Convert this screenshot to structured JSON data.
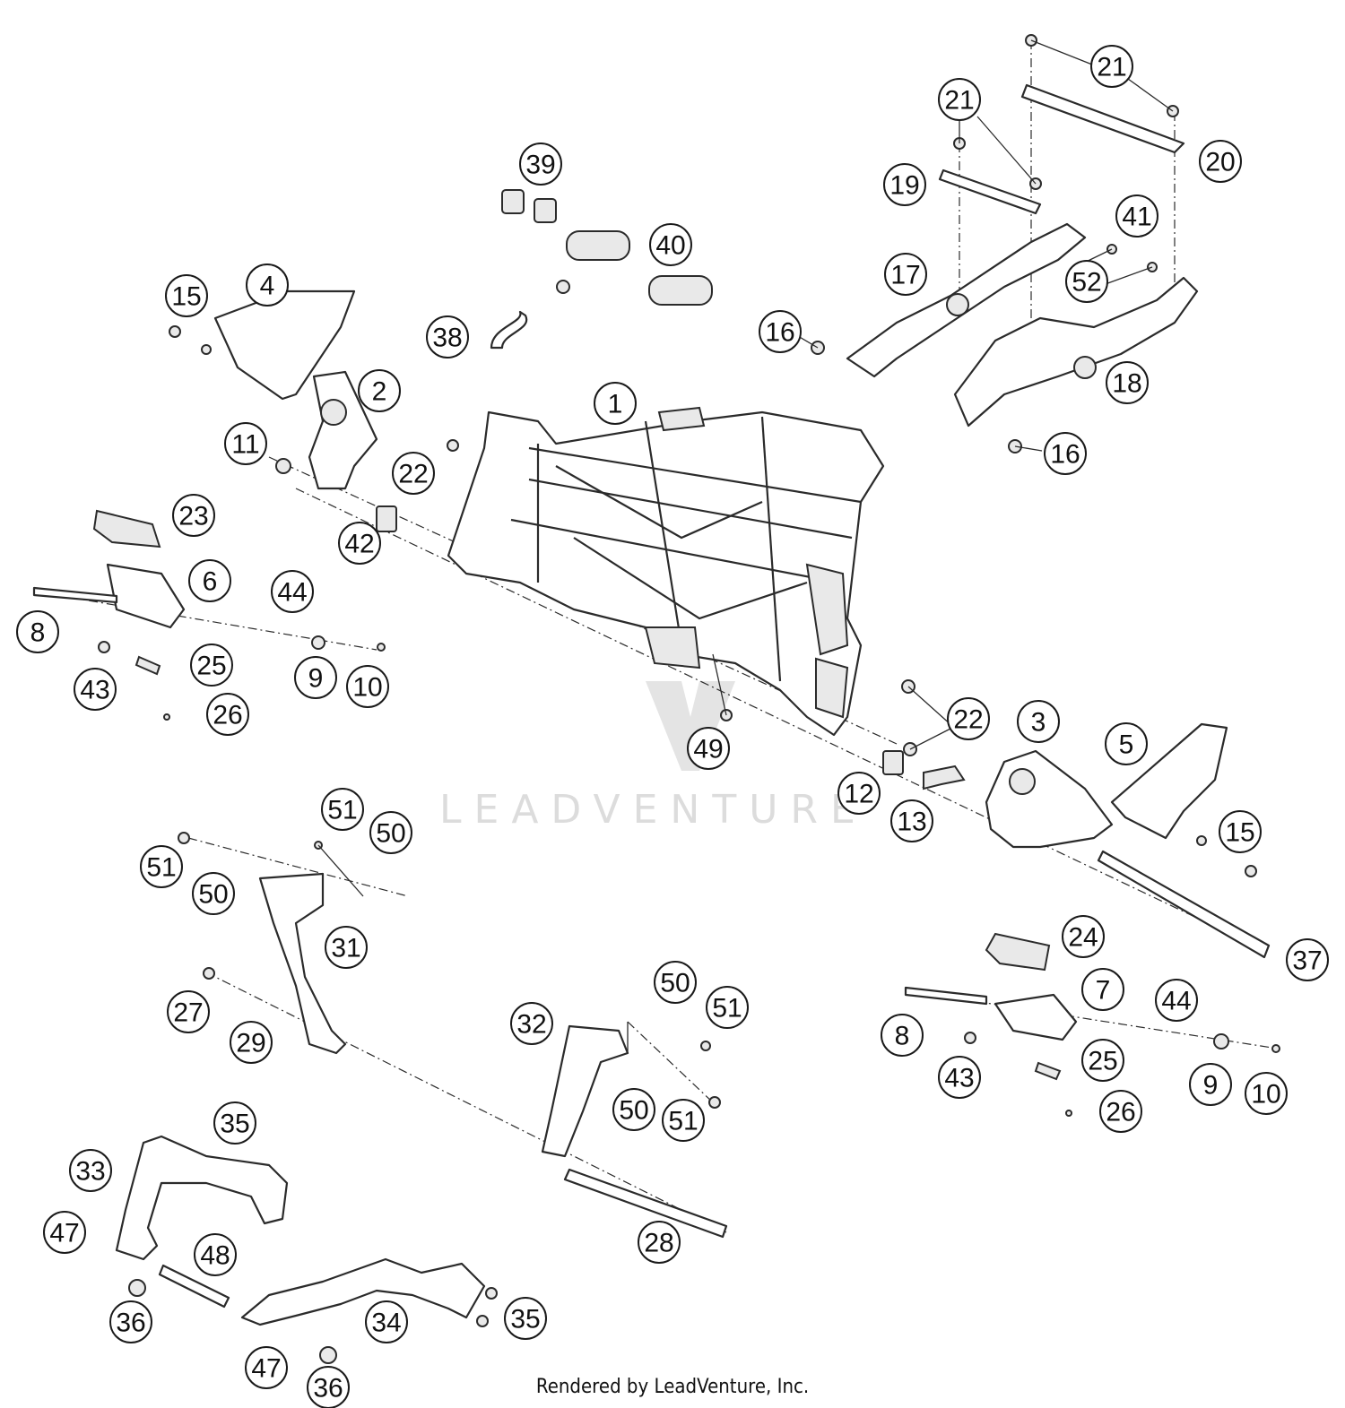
{
  "watermark": {
    "text": "LEADVENTURE"
  },
  "footer": {
    "text": "Rendered by LeadVenture, Inc."
  },
  "callouts": [
    {
      "id": "c1",
      "label": "1"
    },
    {
      "id": "c2",
      "label": "2"
    },
    {
      "id": "c3",
      "label": "3"
    },
    {
      "id": "c4",
      "label": "4"
    },
    {
      "id": "c5",
      "label": "5"
    },
    {
      "id": "c6",
      "label": "6"
    },
    {
      "id": "c7",
      "label": "7"
    },
    {
      "id": "c8a",
      "label": "8"
    },
    {
      "id": "c8b",
      "label": "8"
    },
    {
      "id": "c9a",
      "label": "9"
    },
    {
      "id": "c9b",
      "label": "9"
    },
    {
      "id": "c10a",
      "label": "10"
    },
    {
      "id": "c10b",
      "label": "10"
    },
    {
      "id": "c11",
      "label": "11"
    },
    {
      "id": "c12",
      "label": "12"
    },
    {
      "id": "c13",
      "label": "13"
    },
    {
      "id": "c15a",
      "label": "15"
    },
    {
      "id": "c15b",
      "label": "15"
    },
    {
      "id": "c16a",
      "label": "16"
    },
    {
      "id": "c16b",
      "label": "16"
    },
    {
      "id": "c17",
      "label": "17"
    },
    {
      "id": "c18",
      "label": "18"
    },
    {
      "id": "c19",
      "label": "19"
    },
    {
      "id": "c20",
      "label": "20"
    },
    {
      "id": "c21a",
      "label": "21"
    },
    {
      "id": "c21b",
      "label": "21"
    },
    {
      "id": "c22a",
      "label": "22"
    },
    {
      "id": "c22b",
      "label": "22"
    },
    {
      "id": "c23",
      "label": "23"
    },
    {
      "id": "c24",
      "label": "24"
    },
    {
      "id": "c25a",
      "label": "25"
    },
    {
      "id": "c25b",
      "label": "25"
    },
    {
      "id": "c26a",
      "label": "26"
    },
    {
      "id": "c26b",
      "label": "26"
    },
    {
      "id": "c27",
      "label": "27"
    },
    {
      "id": "c28",
      "label": "28"
    },
    {
      "id": "c29",
      "label": "29"
    },
    {
      "id": "c31",
      "label": "31"
    },
    {
      "id": "c32",
      "label": "32"
    },
    {
      "id": "c33",
      "label": "33"
    },
    {
      "id": "c34",
      "label": "34"
    },
    {
      "id": "c35a",
      "label": "35"
    },
    {
      "id": "c35b",
      "label": "35"
    },
    {
      "id": "c36a",
      "label": "36"
    },
    {
      "id": "c36b",
      "label": "36"
    },
    {
      "id": "c37",
      "label": "37"
    },
    {
      "id": "c38",
      "label": "38"
    },
    {
      "id": "c39",
      "label": "39"
    },
    {
      "id": "c40",
      "label": "40"
    },
    {
      "id": "c41",
      "label": "41"
    },
    {
      "id": "c42",
      "label": "42"
    },
    {
      "id": "c43a",
      "label": "43"
    },
    {
      "id": "c43b",
      "label": "43"
    },
    {
      "id": "c44a",
      "label": "44"
    },
    {
      "id": "c44b",
      "label": "44"
    },
    {
      "id": "c47a",
      "label": "47"
    },
    {
      "id": "c47b",
      "label": "47"
    },
    {
      "id": "c48",
      "label": "48"
    },
    {
      "id": "c49",
      "label": "49"
    },
    {
      "id": "c50a",
      "label": "50"
    },
    {
      "id": "c50b",
      "label": "50"
    },
    {
      "id": "c50c",
      "label": "50"
    },
    {
      "id": "c50d",
      "label": "50"
    },
    {
      "id": "c51a",
      "label": "51"
    },
    {
      "id": "c51b",
      "label": "51"
    },
    {
      "id": "c51c",
      "label": "51"
    },
    {
      "id": "c51d",
      "label": "51"
    },
    {
      "id": "c52",
      "label": "52"
    }
  ]
}
